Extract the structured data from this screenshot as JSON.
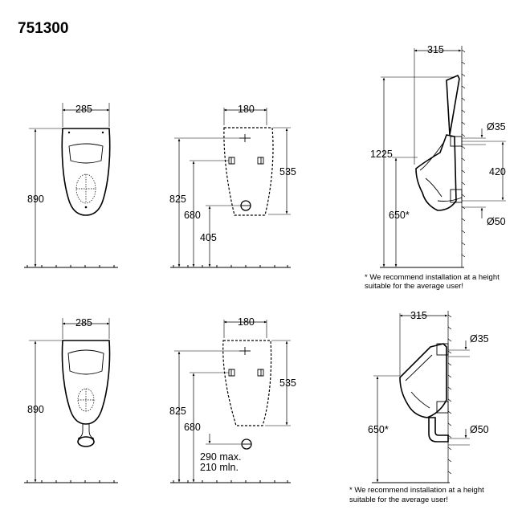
{
  "title": "751300",
  "top_row": {
    "front": {
      "width": "285",
      "height": "890"
    },
    "wall": {
      "width": "180",
      "height": "535",
      "h825": "825",
      "h680": "680",
      "h405": "405"
    },
    "side": {
      "depth": "315",
      "height": "1225",
      "inlet": "Ø35",
      "spacing": "420",
      "rim": "650*",
      "outlet": "Ø50"
    },
    "note_line1": "* We recommend installation at a height",
    "note_line2": "suitable  for the average user!"
  },
  "bottom_row": {
    "front": {
      "width": "285",
      "height": "890"
    },
    "wall": {
      "width": "180",
      "height": "535",
      "h825": "825",
      "h680": "680",
      "drain_max": "290 max.",
      "drain_min": "210 mln."
    },
    "side": {
      "depth": "315",
      "inlet": "Ø35",
      "rim": "650*",
      "outlet": "Ø50"
    },
    "note_line1": "* We recommend installation at a height",
    "note_line2": "suitable  for the average user!"
  }
}
